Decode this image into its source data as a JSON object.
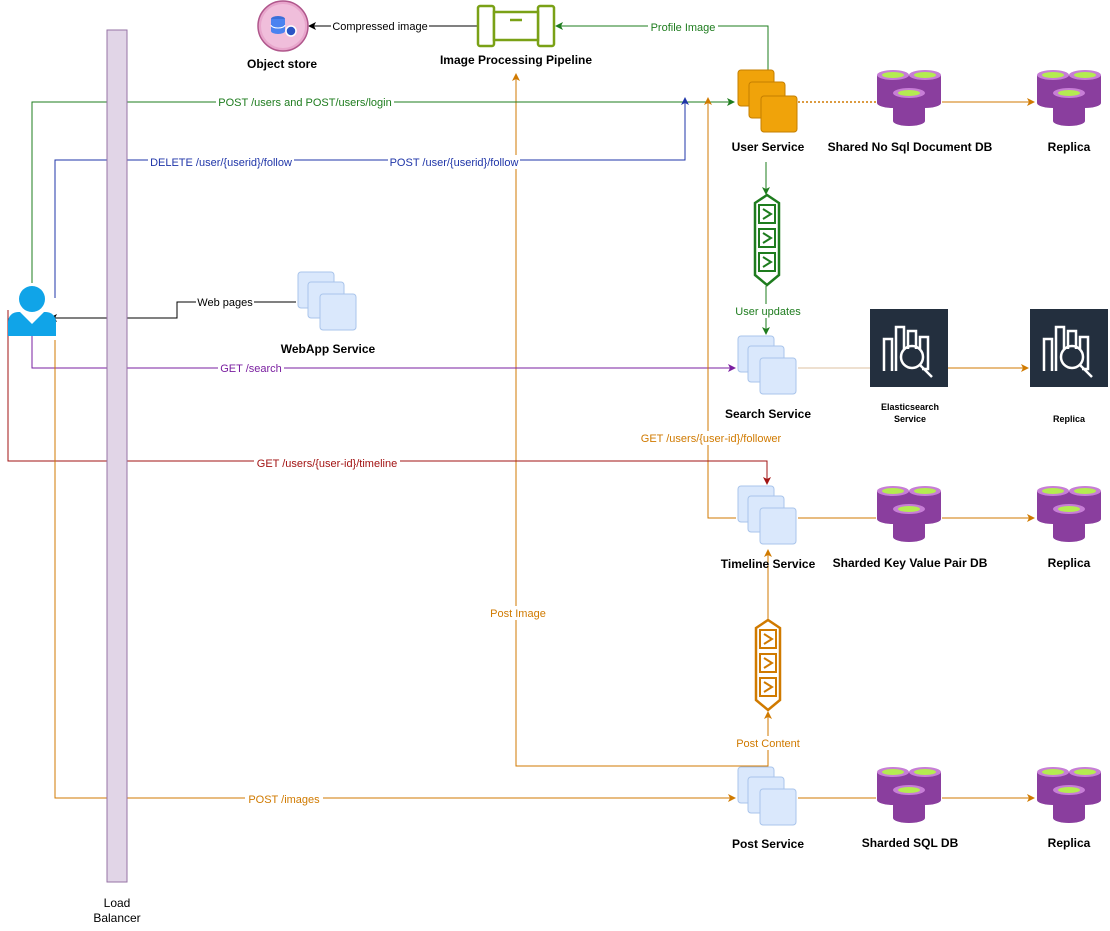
{
  "colors": {
    "green": "#1e7c1e",
    "blue": "#1f35a8",
    "purple": "#7a1fa0",
    "red": "#a21313",
    "orange": "#d07a00",
    "black": "#000000",
    "lb_fill": "#e1d5e7",
    "lb_stroke": "#9673a6",
    "db_purple": "#8a3e9e",
    "aws_orange": "#f0a30a",
    "box_fill": "#dae8fc",
    "es_bg": "#232f3e"
  },
  "nodes": {
    "object_store": "Object store",
    "image_pipeline": "Image Processing Pipeline",
    "user_service": "User Service",
    "user_db": "Shared No Sql Document DB",
    "user_replica": "Replica",
    "webapp": "WebApp Service",
    "search_service": "Search Service",
    "es_line1": "Elasticsearch",
    "es_line2": "Service",
    "es_replica": "Replica",
    "timeline_service": "Timeline Service",
    "timeline_db": "Sharded Key Value Pair DB",
    "timeline_replica": "Replica",
    "post_service": "Post Service",
    "post_db": "Sharded SQL DB",
    "post_replica": "Replica",
    "lb_line1": "Load",
    "lb_line2": "Balancer"
  },
  "edges": {
    "compressed_image": "Compressed image",
    "profile_image": "Profile Image",
    "post_users": "POST /users and POST/users/login",
    "delete_follow": "DELETE /user/{userid}/follow",
    "post_follow": "POST /user/{userid}/follow",
    "web_pages": "Web pages",
    "user_updates": "User updates",
    "get_search": "GET /search",
    "get_follower": "GET /users/{user-id}/follower",
    "get_timeline": "GET /users/{user-id}/timeline",
    "post_image": "Post Image",
    "post_content": "Post Content",
    "post_images": "POST /images"
  },
  "icons": {
    "user": "user-icon",
    "service": "service-stack-icon",
    "database": "database-cluster-icon",
    "queue": "queue-icon",
    "pipeline": "pipeline-icon",
    "elasticsearch": "elasticsearch-icon",
    "object_store": "object-store-icon"
  }
}
